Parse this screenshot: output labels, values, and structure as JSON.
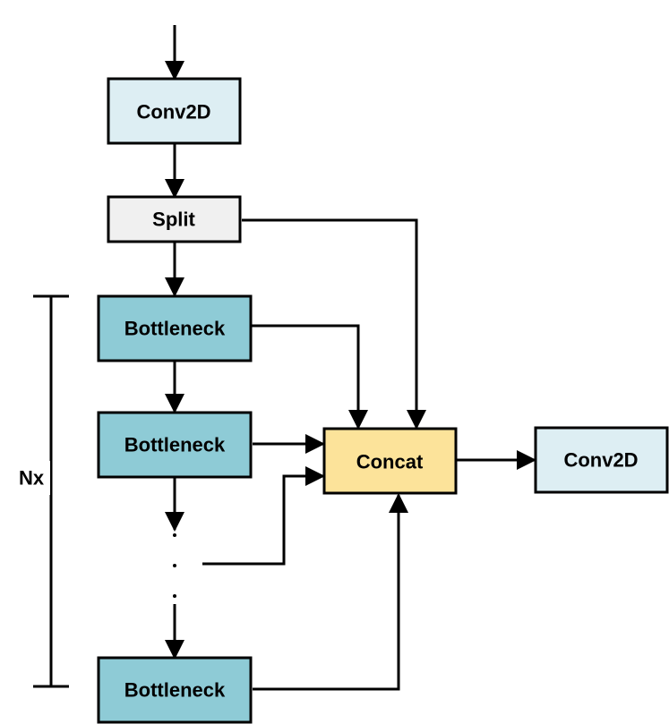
{
  "diagram": {
    "nodes": {
      "conv2d_top": {
        "label": "Conv2D",
        "color": "#DDEEF3"
      },
      "split": {
        "label": "Split",
        "color": "#F0F0F0"
      },
      "bottleneck_1": {
        "label": "Bottleneck",
        "color": "#8ECBD6"
      },
      "bottleneck_2": {
        "label": "Bottleneck",
        "color": "#8ECBD6"
      },
      "bottleneck_n": {
        "label": "Bottleneck",
        "color": "#8ECBD6"
      },
      "concat": {
        "label": "Concat",
        "color": "#FCE39A"
      },
      "conv2d_out": {
        "label": "Conv2D",
        "color": "#DDEEF3"
      }
    },
    "repeat_label": "Nx",
    "line_color": "#000000"
  }
}
